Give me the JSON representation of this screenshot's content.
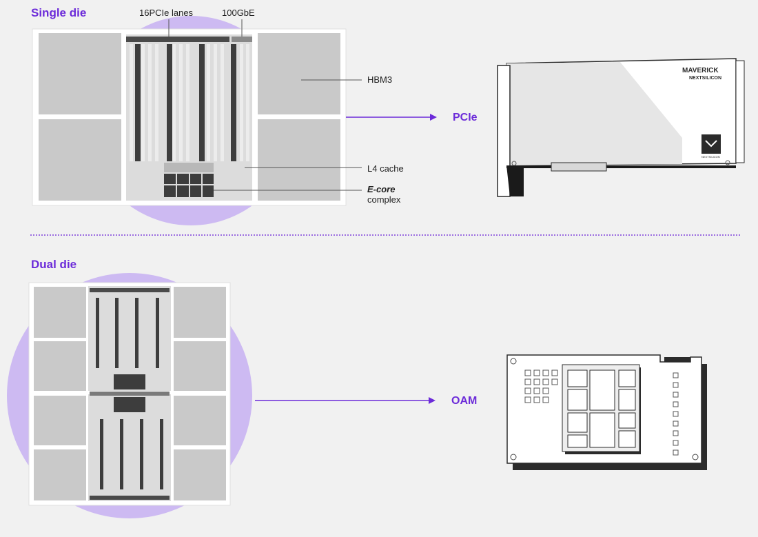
{
  "single_die": {
    "title": "Single die",
    "labels": {
      "pcie_lanes": "16PCIe lanes",
      "gbe": "100GbE",
      "hbm3": "HBM3",
      "l4_cache": "L4 cache",
      "ecore_line1": "E-core",
      "ecore_line2": "complex"
    },
    "target": "PCIe"
  },
  "dual_die": {
    "title": "Dual die",
    "target": "OAM"
  },
  "card": {
    "brand": "MAVERICK",
    "maker": "NEXTSILICON",
    "badge_caption": "NEXTSILICON"
  },
  "colors": {
    "accent": "#6c2bd9",
    "circle": "#cdbaf2",
    "die_bg": "#ffffff",
    "block": "#c9c9c9",
    "dark_bar": "#3d3d3d"
  }
}
